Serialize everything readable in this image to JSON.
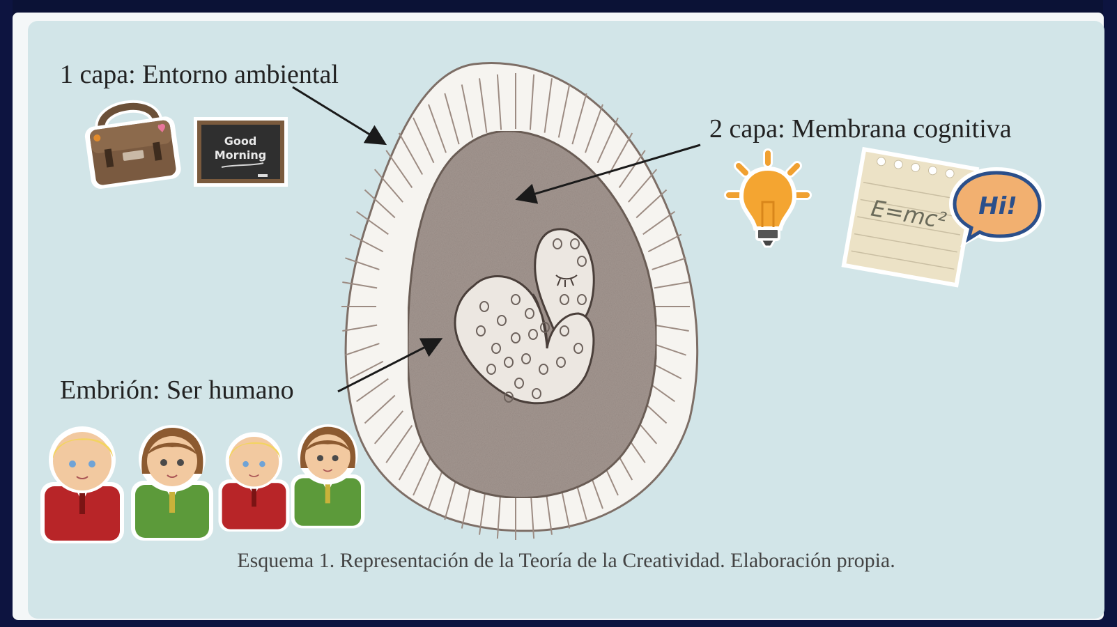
{
  "labels": {
    "layer1": "1 capa: Entorno ambiental",
    "layer2": "2 capa: Membrana cognitiva",
    "embryo": "Embrión: Ser humano"
  },
  "caption": "Esquema 1. Representación de la Teoría de la Creatividad. Elaboración propia.",
  "stickers": {
    "chalkboard_text_line1": "Good",
    "chalkboard_text_line2": "Morning",
    "notepad_formula": "E=mc²",
    "speech_bubble_text": "Hi!"
  },
  "colors": {
    "panel_background": "#d2e5e8",
    "outer_layer": "#f6f4f0",
    "membrane": "#9c8f87",
    "embryo": "#ece7e1",
    "arrow": "#1a1a1a"
  },
  "icons": [
    "satchel-icon",
    "chalkboard-icon",
    "lightbulb-icon",
    "notepad-icon",
    "speech-bubble-icon",
    "student-boy-icon",
    "student-girl-icon"
  ]
}
